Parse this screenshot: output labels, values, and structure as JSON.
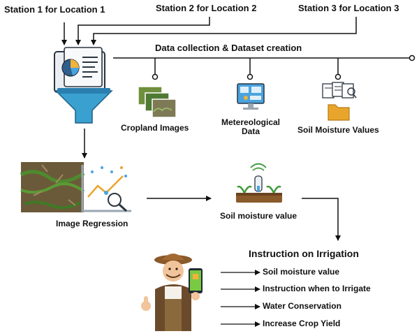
{
  "stations": [
    {
      "label": "Station 1 for Location 1"
    },
    {
      "label": "Station 2 for Location 2"
    },
    {
      "label": "Station 3 for Location 3"
    }
  ],
  "data_collection": {
    "label": "Data collection & Dataset creation"
  },
  "sources": [
    {
      "label": "Cropland Images",
      "icon": "cropland-photos-icon"
    },
    {
      "label_line1": "Metereological",
      "label_line2": "Data",
      "icon": "weather-monitor-icon"
    },
    {
      "label": "Soil Moisture Values",
      "icon": "documents-folder-icon"
    }
  ],
  "regression": {
    "label": "Image Regression",
    "icon": "regression-chart-icon"
  },
  "soil_moisture": {
    "label": "Soil moisture value",
    "icon": "soil-sensor-icon"
  },
  "instructions": {
    "title": "Instruction on Irrigation",
    "items": [
      "Soil moisture value",
      "Instruction when to Irrigate",
      "Water Conservation",
      "Increase Crop Yield"
    ]
  },
  "colors": {
    "funnel": "#3aa0d0",
    "funnel_dark": "#2a7fae",
    "line": "#111111",
    "soil": "#8a5a2b",
    "plant": "#3f9a3a",
    "folder": "#e9a52b",
    "screen": "#4aa3df"
  }
}
